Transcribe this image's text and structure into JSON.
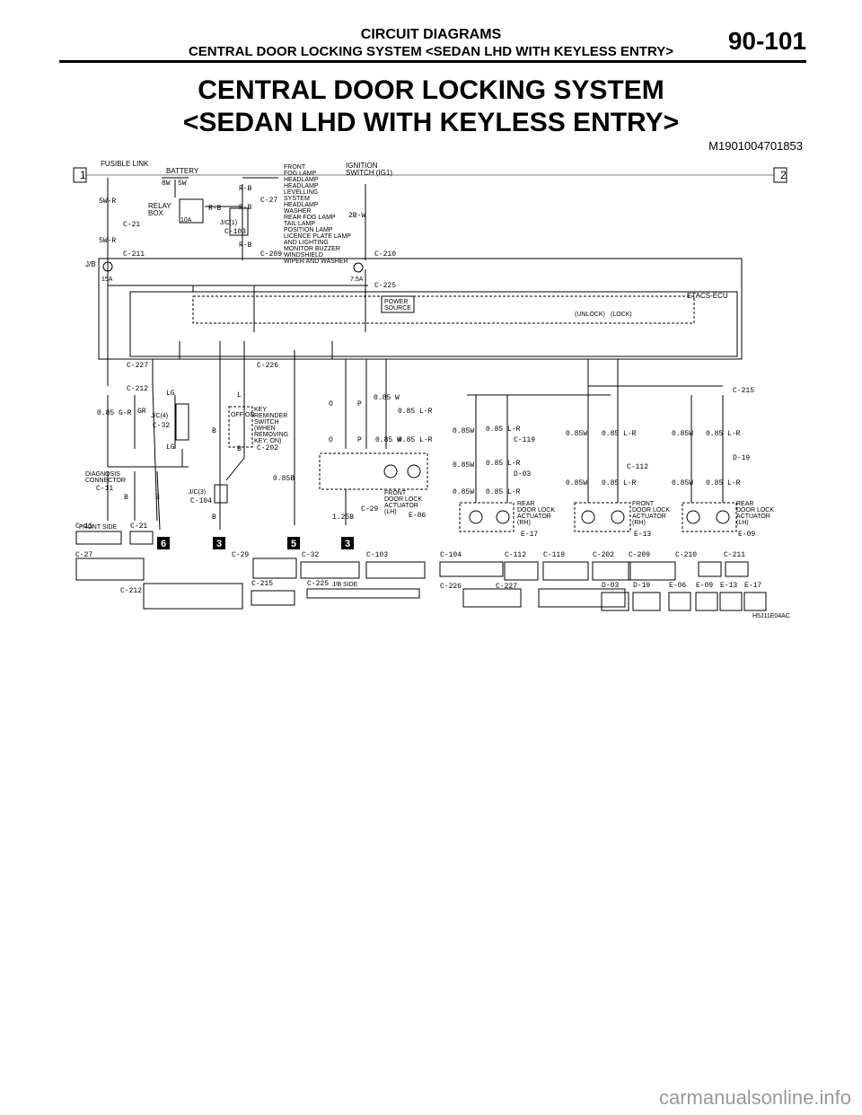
{
  "header": {
    "section": "CIRCUIT DIAGRAMS",
    "subtitle": "CENTRAL DOOR LOCKING SYSTEM <SEDAN LHD WITH KEYLESS ENTRY>",
    "page": "90-101"
  },
  "title": {
    "line1": "CENTRAL DOOR LOCKING SYSTEM",
    "line2": "<SEDAN LHD WITH KEYLESS ENTRY>",
    "code": "M1901004701853"
  },
  "diagram": {
    "sheet_markers": [
      "1",
      "2"
    ],
    "fusible_link": "FUSIBLE LINK",
    "battery": "BATTERY",
    "relay_box": [
      "RELAY",
      "BOX"
    ],
    "ignition": [
      "IGNITION",
      "SWITCH (IG1)"
    ],
    "front_list": [
      "FRONT",
      "FOG LAMP",
      "HEADLAMP",
      "HEADLAMP",
      "LEVELLING",
      "SYSTEM",
      "HEADLAMP",
      "WASHER",
      "REAR FOG LAMP",
      "TAIL LAMP",
      "POSITION LAMP",
      "LICENCE PLATE LAMP",
      "AND LIGHTING",
      "MONITOR BUZZER",
      "WINDSHIELD",
      "WIPER AND WASHER"
    ],
    "jb": "J/B",
    "fuse_a": "15A",
    "fuse_b": "7.5A",
    "etacs": "ETACS-ECU",
    "power_source": [
      "POWER",
      "SOURCE"
    ],
    "unlock": "(UNLOCK)",
    "lock": "(LOCK)",
    "key_reminder": [
      "KEY",
      "REMINDER",
      "SWITCH",
      "(WHEN",
      "REMOVING",
      "KEY: ON)"
    ],
    "diag": [
      "DIAGNOSIS",
      "CONNECTOR"
    ],
    "jc4": "J/C(4)",
    "jc3": "J/C(3)",
    "jc1": "J/C(1)",
    "front_lh": [
      "FRONT",
      "DOOR LOCK",
      "ACTUATOR",
      "(LH)"
    ],
    "rear_rh": [
      "REAR",
      "DOOR LOCK",
      "ACTUATOR",
      "(RH)"
    ],
    "front_rh": [
      "FRONT",
      "DOOR LOCK",
      "ACTUATOR",
      "(RH)"
    ],
    "rear_lh": [
      "REAR",
      "DOOR LOCK",
      "ACTUATOR",
      "(LH)"
    ],
    "connectors": {
      "c21": "C-21",
      "c211": "C-211",
      "c27": "C-27",
      "c103": "C-103",
      "c209": "C-209",
      "c210": "C-210",
      "c225": "C-225",
      "c226": "C-226",
      "c227": "C-227",
      "c212": "C-212",
      "c32": "C-32",
      "c202": "C-202",
      "c11": "C-11",
      "c104": "C-104",
      "c29": "C-29",
      "e06": "E-06",
      "c119": "C-119",
      "d03": "D-03",
      "c112": "C-112",
      "e17": "E-17",
      "e13": "E-13",
      "c215": "C-215",
      "d19": "D-19",
      "e09": "E-09"
    },
    "wires": {
      "w5r": "5W-R",
      "rb": "R-B",
      "w2b": "2B-W",
      "gr": "0.85 G-R",
      "lg": "LG",
      "grs": "GR",
      "b": "B",
      "l": "L",
      "o": "O",
      "p": "P",
      "w085": "0.85 W",
      "lr085": "0.85 L-R",
      "b085": "0.85B",
      "b125": "1.25B",
      "w085b": "0.85W",
      "r8w": "8W",
      "r5w": "5W",
      "a10": "10A",
      "off": "OFF",
      "on": "ON"
    },
    "location_nums": [
      "6",
      "3",
      "5",
      "3"
    ],
    "front_side": "FRONT SIDE",
    "jb_side": "J/B SIDE",
    "ref": "H5J11E04AC"
  },
  "connector_views": [
    "C-11",
    "C-21",
    "C-27",
    "C-29",
    "C-32",
    "C-103",
    "C-104",
    "C-112",
    "C-119",
    "C-202",
    "C-209",
    "C-210",
    "C-211",
    "C-212",
    "C-215",
    "C-225",
    "C-226",
    "C-227",
    "D-03",
    "D-19",
    "E-06",
    "E-09",
    "E-13",
    "E-17"
  ],
  "watermark": "carmanualsonline.info"
}
